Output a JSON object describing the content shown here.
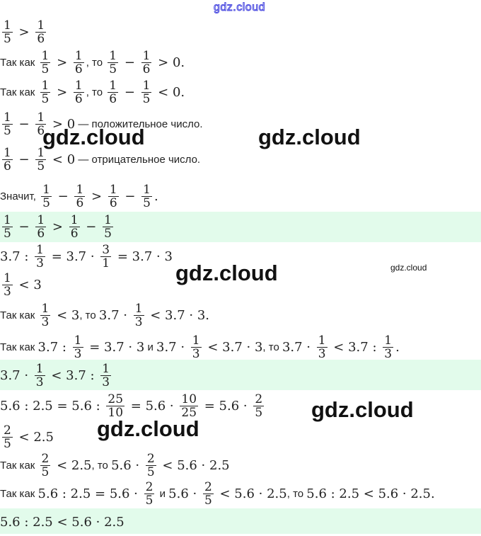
{
  "watermark": "gdz.cloud",
  "colors": {
    "highlight": "#e2fbeb",
    "watermark_top": "#4a4ae0"
  },
  "lines": [
    {
      "tokens": [
        {
          "n": "1",
          "d": "5"
        },
        {
          "m": " > "
        },
        {
          "n": "1",
          "d": "6"
        }
      ]
    },
    {
      "tokens": [
        {
          "txt": "Так как "
        },
        {
          "n": "1",
          "d": "5"
        },
        {
          "m": " > "
        },
        {
          "n": "1",
          "d": "6"
        },
        {
          "txt": ", то "
        },
        {
          "n": "1",
          "d": "5"
        },
        {
          "m": " − "
        },
        {
          "n": "1",
          "d": "6"
        },
        {
          "m": " > 0."
        }
      ]
    },
    {
      "tokens": [
        {
          "txt": "Так как "
        },
        {
          "n": "1",
          "d": "5"
        },
        {
          "m": " > "
        },
        {
          "n": "1",
          "d": "6"
        },
        {
          "txt": ", то "
        },
        {
          "n": "1",
          "d": "6"
        },
        {
          "m": " − "
        },
        {
          "n": "1",
          "d": "5"
        },
        {
          "m": " < 0."
        }
      ]
    },
    {
      "tokens": [
        {
          "n": "1",
          "d": "5"
        },
        {
          "m": " − "
        },
        {
          "n": "1",
          "d": "6"
        },
        {
          "m": " > 0"
        },
        {
          "txt": " — положительное число."
        }
      ]
    },
    {
      "tokens": [
        {
          "n": "1",
          "d": "6"
        },
        {
          "m": " − "
        },
        {
          "n": "1",
          "d": "5"
        },
        {
          "m": " < 0"
        },
        {
          "txt": " — отрицательное число."
        }
      ]
    },
    {
      "tokens": [
        {
          "txt": "Значит, "
        },
        {
          "n": "1",
          "d": "5"
        },
        {
          "m": " − "
        },
        {
          "n": "1",
          "d": "6"
        },
        {
          "m": " > "
        },
        {
          "n": "1",
          "d": "6"
        },
        {
          "m": " − "
        },
        {
          "n": "1",
          "d": "5"
        },
        {
          "m": "."
        }
      ]
    },
    {
      "answer": true,
      "tokens": [
        {
          "n": "1",
          "d": "5"
        },
        {
          "m": " − "
        },
        {
          "n": "1",
          "d": "6"
        },
        {
          "m": " > "
        },
        {
          "n": "1",
          "d": "6"
        },
        {
          "m": " − "
        },
        {
          "n": "1",
          "d": "5"
        }
      ]
    },
    {
      "tokens": [
        {
          "m": "3.7 : "
        },
        {
          "n": "1",
          "d": "3"
        },
        {
          "m": " = 3.7 · "
        },
        {
          "n": "3",
          "d": "1"
        },
        {
          "m": " = 3.7 · 3"
        }
      ]
    },
    {
      "tokens": [
        {
          "n": "1",
          "d": "3"
        },
        {
          "m": " < 3"
        }
      ]
    },
    {
      "tokens": [
        {
          "txt": "Так как "
        },
        {
          "n": "1",
          "d": "3"
        },
        {
          "m": " < 3"
        },
        {
          "txt": ", то "
        },
        {
          "m": "3.7 · "
        },
        {
          "n": "1",
          "d": "3"
        },
        {
          "m": " < 3.7 · 3."
        }
      ]
    },
    {
      "tokens": [
        {
          "txt": "Так как "
        },
        {
          "m": "3.7 : "
        },
        {
          "n": "1",
          "d": "3"
        },
        {
          "m": " = 3.7 · 3"
        },
        {
          "txt": " и "
        },
        {
          "m": "3.7 · "
        },
        {
          "n": "1",
          "d": "3"
        },
        {
          "m": " < 3.7 · 3"
        },
        {
          "txt": ", то "
        },
        {
          "m": "3.7 · "
        },
        {
          "n": "1",
          "d": "3"
        },
        {
          "m": " < 3.7 : "
        },
        {
          "n": "1",
          "d": "3"
        },
        {
          "m": "."
        }
      ]
    },
    {
      "answer": true,
      "tokens": [
        {
          "m": "3.7 · "
        },
        {
          "n": "1",
          "d": "3"
        },
        {
          "m": " < 3.7 : "
        },
        {
          "n": "1",
          "d": "3"
        }
      ]
    },
    {
      "tokens": [
        {
          "m": "5.6 : 2.5 = 5.6 : "
        },
        {
          "n": "25",
          "d": "10"
        },
        {
          "m": " = 5.6 · "
        },
        {
          "n": "10",
          "d": "25"
        },
        {
          "m": " = 5.6 · "
        },
        {
          "n": "2",
          "d": "5"
        }
      ]
    },
    {
      "tokens": [
        {
          "n": "2",
          "d": "5"
        },
        {
          "m": " < 2.5"
        }
      ]
    },
    {
      "tokens": [
        {
          "txt": "Так как "
        },
        {
          "n": "2",
          "d": "5"
        },
        {
          "m": " < 2.5"
        },
        {
          "txt": ", то "
        },
        {
          "m": "5.6 · "
        },
        {
          "n": "2",
          "d": "5"
        },
        {
          "m": " < 5.6 · 2.5"
        }
      ]
    },
    {
      "tokens": [
        {
          "txt": "Так как "
        },
        {
          "m": "5.6 : 2.5 = 5.6 · "
        },
        {
          "n": "2",
          "d": "5"
        },
        {
          "txt": " и "
        },
        {
          "m": "5.6 · "
        },
        {
          "n": "2",
          "d": "5"
        },
        {
          "m": " < 5.6 · 2.5"
        },
        {
          "txt": ", то "
        },
        {
          "m": "5.6 : 2.5 < 5.6 · 2.5."
        }
      ]
    },
    {
      "answer": true,
      "tokens": [
        {
          "m": "5.6 : 2.5 < 5.6 · 2.5"
        }
      ]
    }
  ]
}
